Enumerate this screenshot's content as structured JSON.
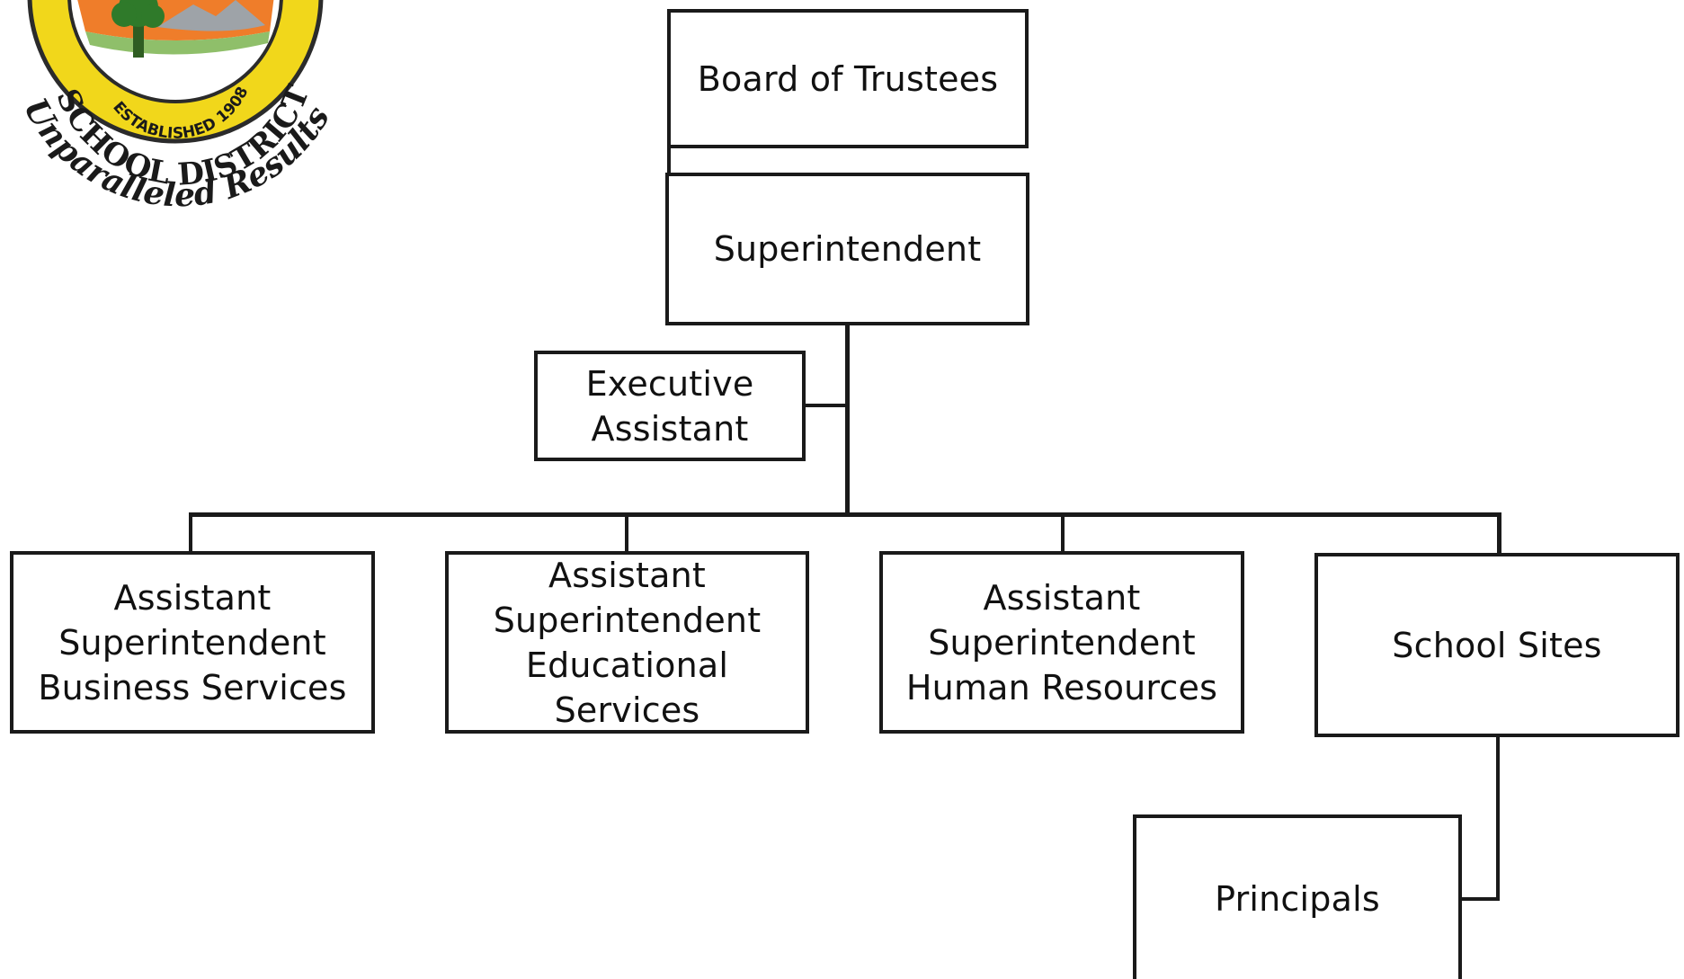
{
  "logo": {
    "established": "ESTABLISHED 1908",
    "district": "SCHOOL DISTRICT",
    "motto": "Unparalleled Results"
  },
  "org_chart": {
    "board": {
      "lines": [
        "Board of Trustees"
      ]
    },
    "superintendent": {
      "lines": [
        "Superintendent"
      ]
    },
    "executive_assistant": {
      "lines": [
        "Executive",
        "Assistant"
      ]
    },
    "asst_business": {
      "lines": [
        "Assistant",
        "Superintendent",
        "Business Services"
      ]
    },
    "asst_educational": {
      "lines": [
        "Assistant",
        "Superintendent",
        "Educational Services"
      ]
    },
    "asst_hr": {
      "lines": [
        "Assistant",
        "Superintendent",
        "Human Resources"
      ]
    },
    "school_sites": {
      "lines": [
        "School Sites"
      ]
    },
    "principals": {
      "lines": [
        "Principals"
      ]
    }
  }
}
